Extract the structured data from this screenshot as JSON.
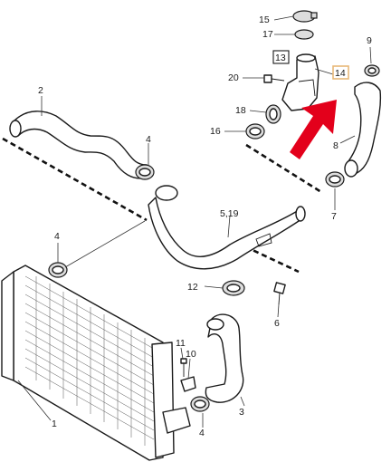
{
  "labels": {
    "p1": "1",
    "p2": "2",
    "p3": "3",
    "p4a": "4",
    "p4b": "4",
    "p4c": "4",
    "p5_19": "5,19",
    "p6": "6",
    "p7": "7",
    "p8": "8",
    "p9": "9",
    "p10": "10",
    "p11": "11",
    "p12": "12",
    "p13": "13",
    "p14": "14",
    "p15": "15",
    "p16": "16",
    "p17": "17",
    "p18": "18",
    "p20": "20"
  },
  "colors": {
    "arrow": "#e3001b",
    "highlight_box": "#e8b878"
  }
}
